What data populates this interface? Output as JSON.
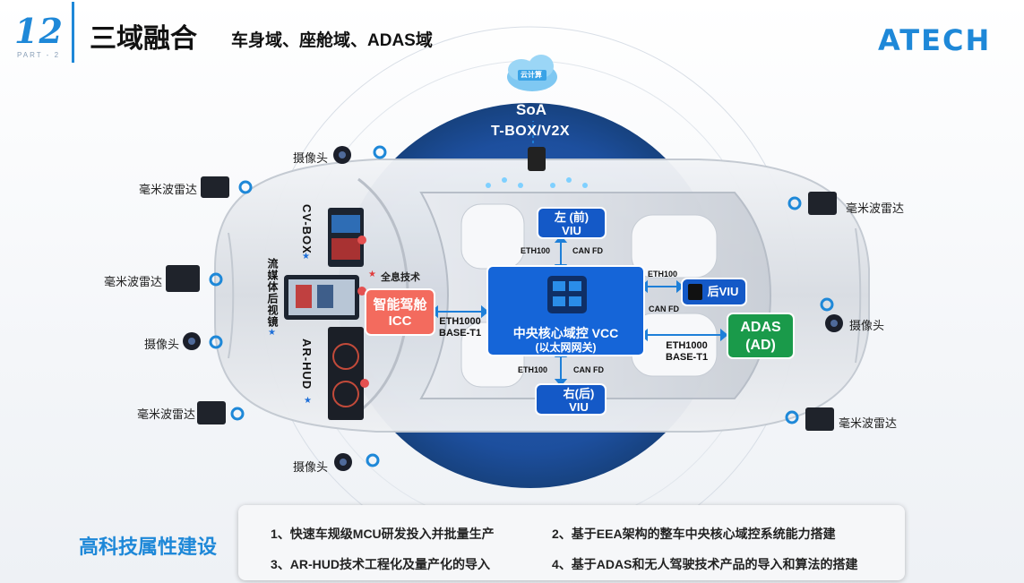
{
  "header": {
    "number": "12",
    "part": "PART - 2",
    "title": "三域融合",
    "subtitle": "车身域、座舱域、ADAS域",
    "logo": "ATECH"
  },
  "cloud": {
    "label": "云计算",
    "soa": "SoA",
    "tbox": "T-BOX/V2X"
  },
  "sensors": {
    "camera_top": "摄像头",
    "radar_left_top": "毫米波雷达",
    "radar_left_mid": "毫米波雷达",
    "camera_left": "摄像头",
    "radar_left_bottom": "毫米波雷达",
    "camera_bottom": "摄像头",
    "radar_right_top": "毫米波雷达",
    "camera_right": "摄像头",
    "radar_right_bottom": "毫米波雷达"
  },
  "cockpit": {
    "cvbox": "CV-BOX",
    "mirror": "流媒体后视镜",
    "arhud": "AR-HUD",
    "hologram": "全息技术",
    "star": "★"
  },
  "nodes": {
    "viu_front_line1": "左 (前)",
    "viu_front_line2": "VIU",
    "viu_rear_right": "后VIU",
    "viu_back_line1": "右(后)",
    "viu_back_line2": "VIU",
    "vcc_line1": "中央核心域控 VCC",
    "vcc_line2": "(以太网网关)",
    "icc_line1": "智能驾舱",
    "icc_line2": "ICC",
    "adas_line1": "ADAS",
    "adas_line2": "(AD)"
  },
  "links": {
    "eth100": "ETH100",
    "canfd": "CAN FD",
    "eth1000": "ETH1000",
    "baset1": "BASE-T1"
  },
  "features": {
    "title": "高科技属性建设",
    "item1": "1、快速车规级MCU研发投入并批量生产",
    "item2": "2、基于EEA架构的整车中央核心域控系统能力搭建",
    "item3": "3、AR-HUD技术工程化及量产化的导入",
    "item4": "4、基于ADAS和无人驾驶技术产品的导入和算法的搭建"
  },
  "colors": {
    "brand_blue": "#1e88d8",
    "node_blue": "#1459c7",
    "icc_red": "#f36b5e",
    "adas_green": "#1a9a4a",
    "circle_blue": "#1d4f9e"
  }
}
